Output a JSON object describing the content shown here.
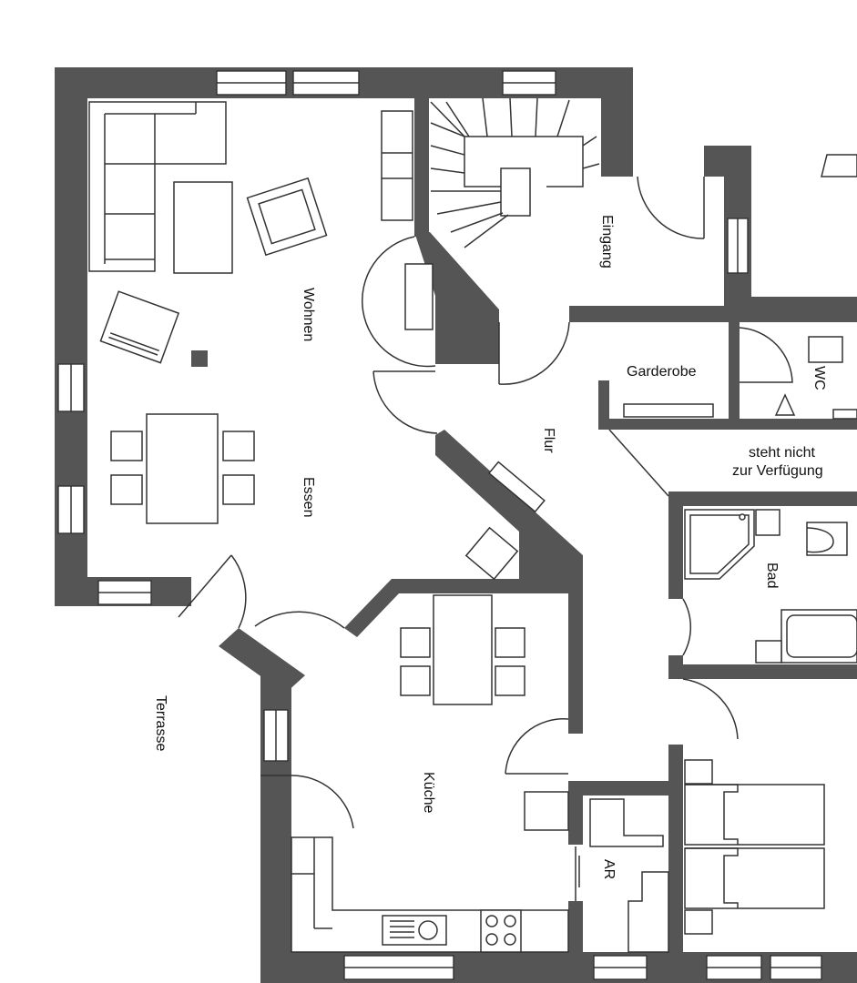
{
  "rooms": {
    "wohnen": "Wohnen",
    "essen": "Essen",
    "eingang": "Eingang",
    "flur": "Flur",
    "garderobe": "Garderobe",
    "wc": "WC",
    "not_available_line1": "steht nicht",
    "not_available_line2": "zur Verfügung",
    "bad": "Bad",
    "terrasse": "Terrasse",
    "kueche": "Küche",
    "ar": "AR"
  },
  "colors": {
    "wall": "#555555",
    "line": "#333333",
    "background": "#ffffff"
  }
}
